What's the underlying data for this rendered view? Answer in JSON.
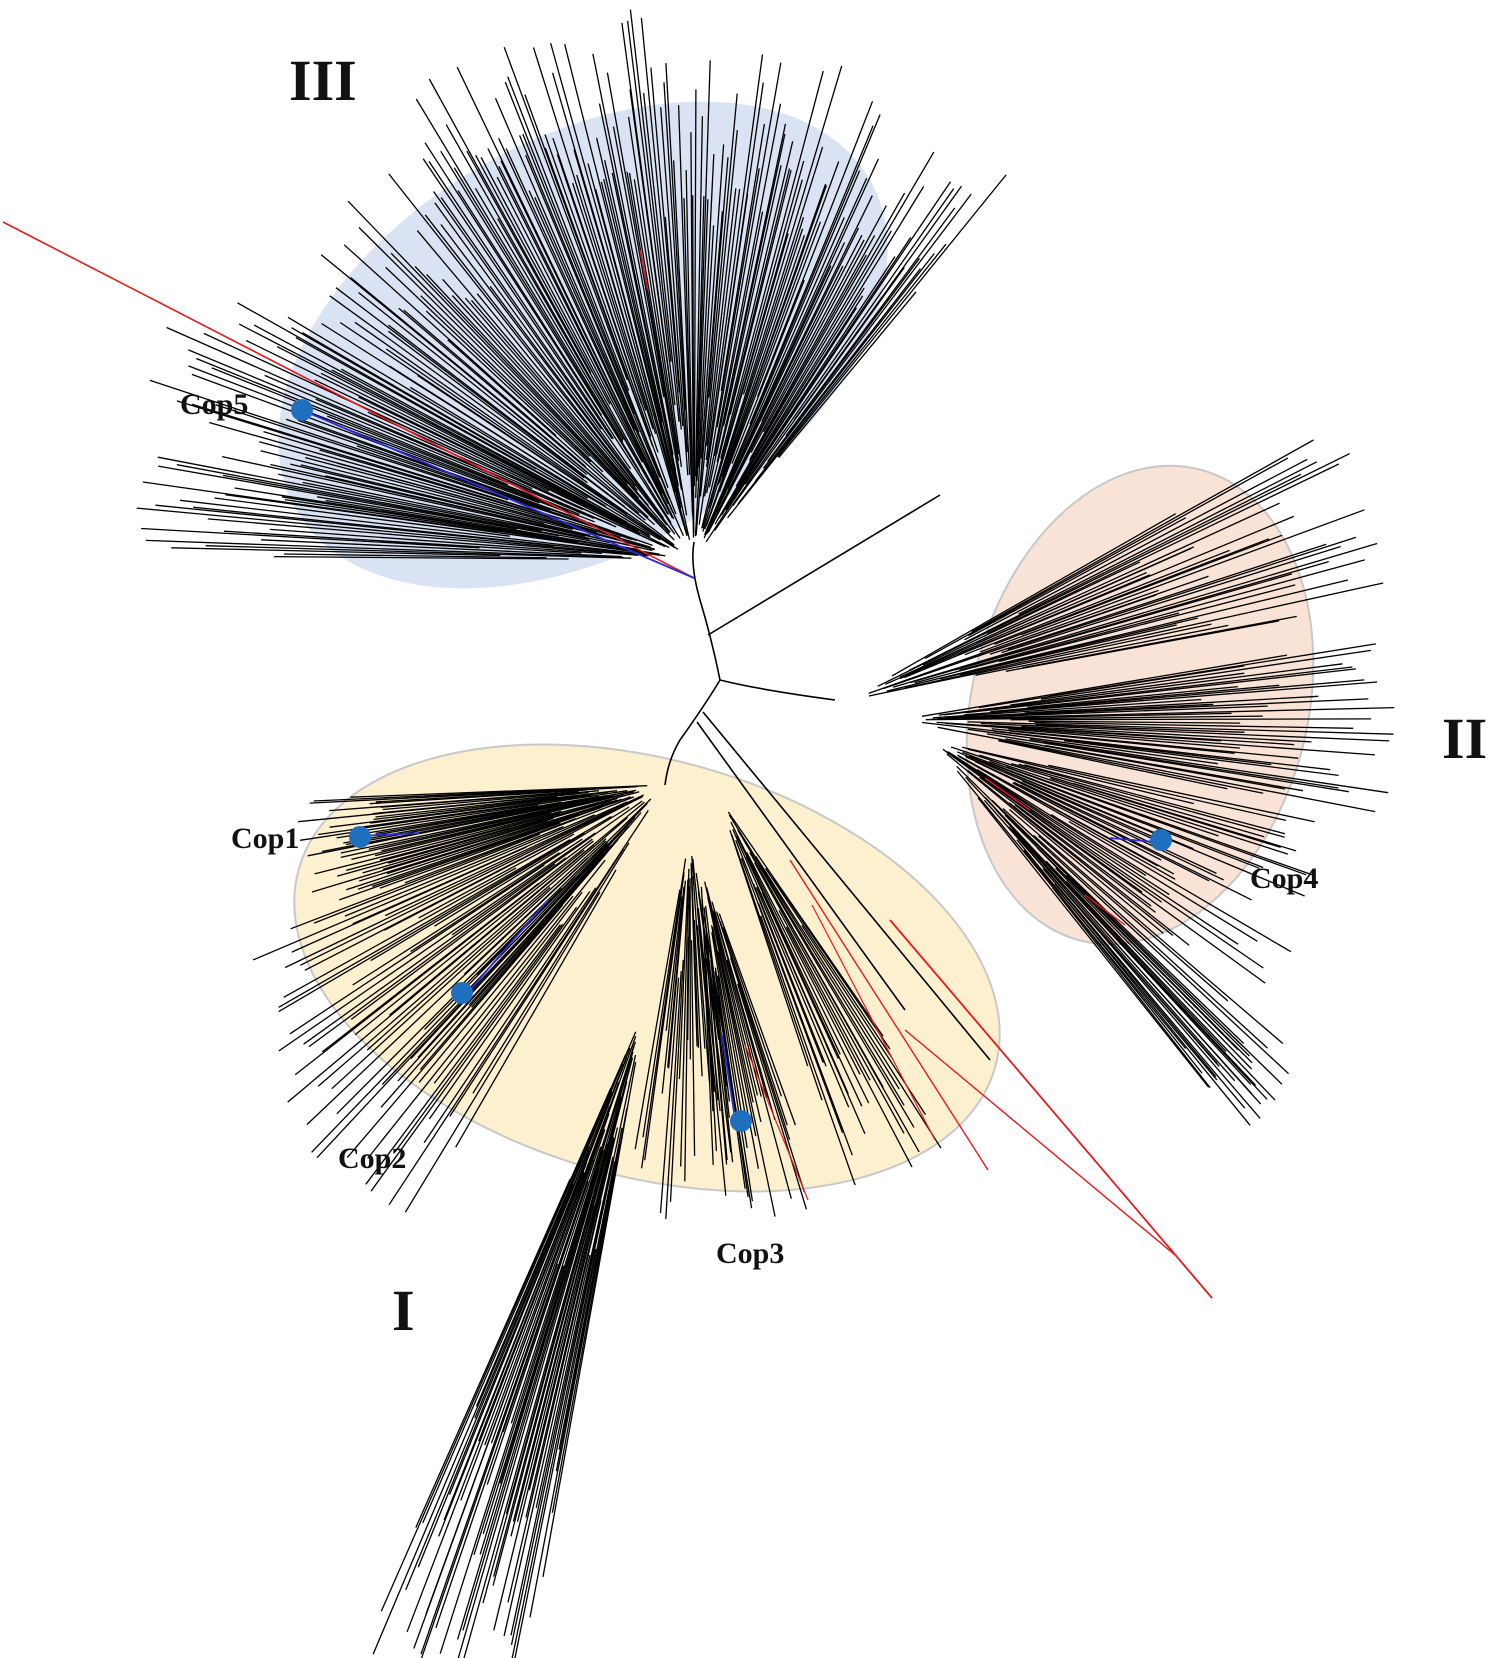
{
  "diagram": {
    "type": "unrooted phylogenetic tree",
    "clades": [
      {
        "id": "I",
        "label": "I",
        "fill": "#fdf0cf",
        "stroke": "#c9c9c9"
      },
      {
        "id": "II",
        "label": "II",
        "fill": "#f9e3d6",
        "stroke": "#c9c9c9"
      },
      {
        "id": "III",
        "label": "III",
        "fill": "#dae3f3",
        "stroke": "#dae3f3"
      }
    ],
    "markers": [
      {
        "id": "cop1",
        "label": "Cop1",
        "clade": "I"
      },
      {
        "id": "cop2",
        "label": "Cop2",
        "clade": "I"
      },
      {
        "id": "cop3",
        "label": "Cop3",
        "clade": "I"
      },
      {
        "id": "cop4",
        "label": "Cop4",
        "clade": "II"
      },
      {
        "id": "cop5",
        "label": "Cop5",
        "clade": "III"
      }
    ],
    "colors": {
      "branch": "#000000",
      "highlight_branch": "#e8191e",
      "marker_branch": "#2b2bd6",
      "marker_dot": "#1f6fbf"
    }
  }
}
